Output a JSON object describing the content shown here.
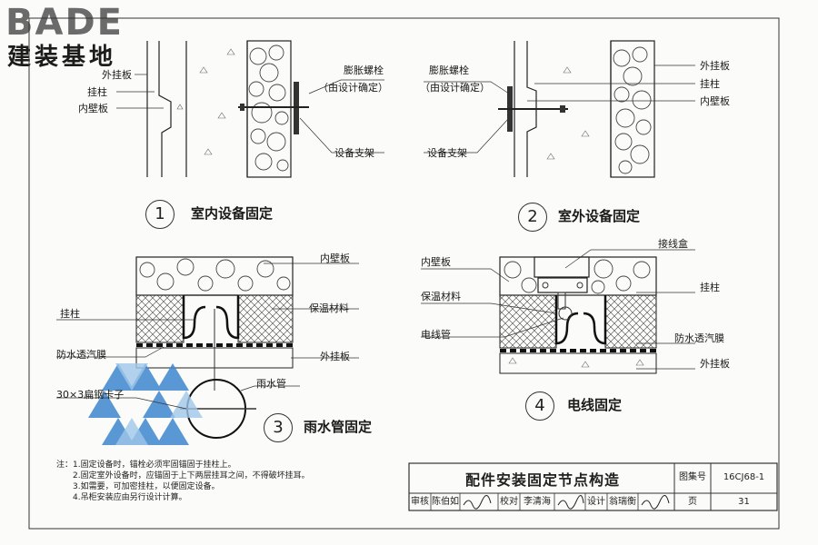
{
  "logo": {
    "brand": "BADE",
    "subtitle": "建装基地"
  },
  "detail1": {
    "labels": {
      "outer_panel": "外挂板",
      "column": "挂柱",
      "inner_panel": "内壁板",
      "bolt": "膨胀螺栓",
      "bolt_note": "（由设计确定）",
      "bracket": "设备支架"
    },
    "number": "1",
    "title": "室内设备固定"
  },
  "detail2": {
    "labels": {
      "bolt": "膨胀螺栓",
      "bolt_note": "（由设计确定）",
      "bracket": "设备支架",
      "outer_panel": "外挂板",
      "column": "挂柱",
      "inner_panel": "内壁板"
    },
    "number": "2",
    "title": "室外设备固定"
  },
  "detail3": {
    "labels": {
      "inner_panel": "内壁板",
      "column": "挂柱",
      "insulation": "保温材料",
      "membrane": "防水透汽膜",
      "outer_panel": "外挂板",
      "clamp": "30×3扁钢卡子",
      "downpipe": "雨水管"
    },
    "number": "3",
    "title": "雨水管固定"
  },
  "detail4": {
    "labels": {
      "junction_box": "接线盒",
      "inner_panel": "内壁板",
      "column": "挂柱",
      "insulation": "保温材料",
      "conduit": "电线管",
      "membrane": "防水透汽膜",
      "outer_panel": "外挂板"
    },
    "number": "4",
    "title": "电线固定"
  },
  "notes": {
    "lines": [
      "注：1.固定设备时，锚栓必须牢固锚固于挂柱上。",
      "2.固定室外设备时，应锚固于上下两层挂耳之间，不得破坏挂耳。",
      "3.如需要，可加密挂柱，以便固定设备。",
      "4.吊柜安装应由另行设计计算。"
    ]
  },
  "titleblock": {
    "title": "配件安装固定节点构造",
    "atlas_label": "图集号",
    "atlas_no": "16CJ68-1",
    "page_label": "页",
    "page_no": "31",
    "review_label": "审核",
    "review_name": "陈伯如",
    "check_label": "校对",
    "check_name": "李清海",
    "design_label": "设计",
    "design_name": "翁瑞衡"
  }
}
